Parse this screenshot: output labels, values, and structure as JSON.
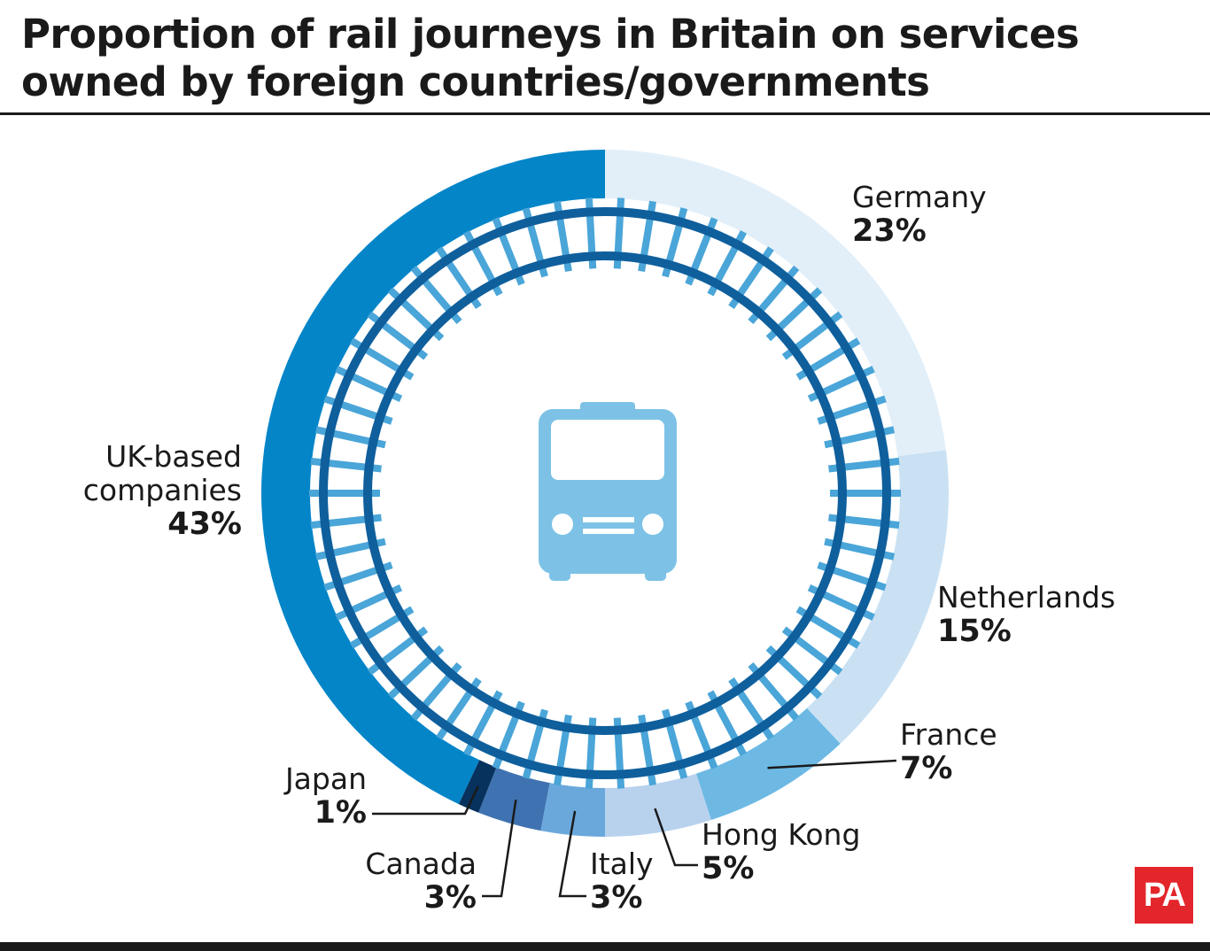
{
  "title": "Proportion of rail journeys in Britain on services owned by foreign countries/governments",
  "logo": "PA",
  "colors": {
    "rail": "#0f5f9c",
    "sleeper": "#4aa5d8",
    "train": "#7dc2e6",
    "ink": "#1a1a1a"
  },
  "icons": [
    "train-icon",
    "rail-track-ring"
  ],
  "chart_data": {
    "type": "pie",
    "style": "donut",
    "start": "top",
    "direction": "clockwise",
    "slices": [
      {
        "label": "Germany",
        "value": 23,
        "display": "23%",
        "color": "#e2eff9"
      },
      {
        "label": "Netherlands",
        "value": 15,
        "display": "15%",
        "color": "#c9e1f3"
      },
      {
        "label": "France",
        "value": 7,
        "display": "7%",
        "color": "#6db9e4"
      },
      {
        "label": "Hong Kong",
        "value": 5,
        "display": "5%",
        "color": "#b8d2ee"
      },
      {
        "label": "Italy",
        "value": 3,
        "display": "3%",
        "color": "#6aa8dc"
      },
      {
        "label": "Canada",
        "value": 3,
        "display": "3%",
        "color": "#3f72b0"
      },
      {
        "label": "Japan",
        "value": 1,
        "display": "1%",
        "color": "#07325e"
      },
      {
        "label": "UK-based companies",
        "label_lines": [
          "UK-based",
          "companies"
        ],
        "value": 43,
        "display": "43%",
        "color": "#0385c8"
      }
    ]
  }
}
